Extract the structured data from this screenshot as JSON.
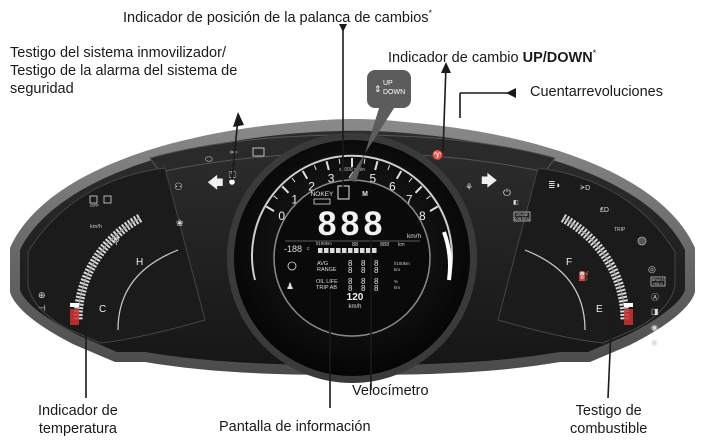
{
  "labels": {
    "shift_position": "Indicador de posición de la palanca de cambios",
    "shift_position_note": "*",
    "immobilizer_line1": "Testigo del sistema inmovilizador/",
    "immobilizer_line2": "Testigo de la alarma del sistema de",
    "immobilizer_line3": "seguridad",
    "updown_prefix": "Indicador de cambio ",
    "updown_bold": "UP/DOWN",
    "updown_note": "*",
    "tachometer": "Cuentarrevoluciones",
    "speedometer": "Velocímetro",
    "temp_line1": "Indicador de",
    "temp_line2": "temperatura",
    "info_display": "Pantalla de información",
    "fuel_line1": "Testigo de",
    "fuel_line2": "combustible"
  },
  "callout": {
    "up": "UP",
    "down": "DOWN"
  },
  "cluster": {
    "tach_scale": [
      "0",
      "1",
      "2",
      "3",
      "4",
      "5",
      "6",
      "7",
      "8"
    ],
    "tach_unit": "x1000 r/min",
    "speed_digits": "888",
    "speed_unit": "km/h",
    "small_speed": "120",
    "small_speed_unit": "km/h",
    "nokey": "NOKEY",
    "temp_hot": "H",
    "temp_cold": "C",
    "fuel_full": "F",
    "fuel_empty": "E",
    "kmh_left": "km/h",
    "outside_temp": "-188",
    "temp_deg": "c",
    "l100": "l/100km",
    "val_88": "88",
    "val_888": "888",
    "km_unit": "km",
    "avg_line1": "AVG",
    "avg_line2": "RANGE",
    "avg_unit1": "l/100km",
    "avg_unit2": "km",
    "oil_line1": "OIL LIFE",
    "oil_line2": "TRIP AB",
    "oil_unit1": "%",
    "oil_unit2": "km",
    "trip": "TRIP",
    "off": "OFF",
    "hill_line1": "BRAKE",
    "hill_line2": "HOLD",
    "cruise_line1": "CRUISE",
    "cruise_line2": "CONTROL",
    "m_mode": "M"
  },
  "colors": {
    "panel": "#1f1f1f",
    "frame": "#6b6b6b",
    "inner": "#0d0d0d",
    "text": "#1a1a1a"
  }
}
